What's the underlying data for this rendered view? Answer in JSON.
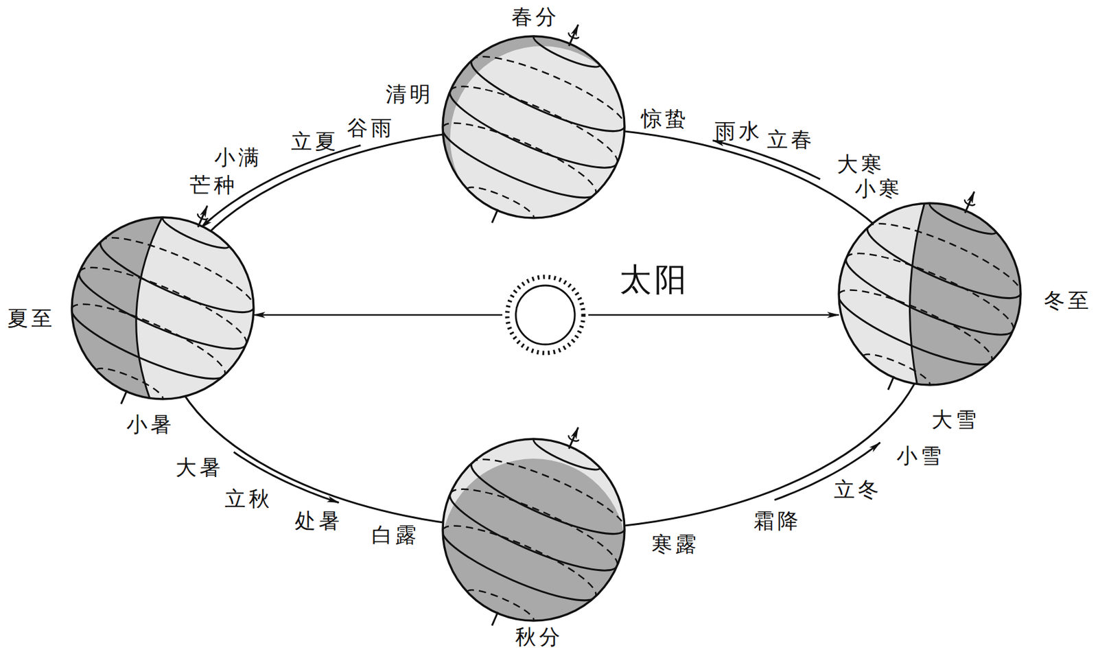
{
  "diagram": {
    "nodes": [
      {
        "text": [
          "春分"
        ]
      },
      {
        "text": [
          "夏至"
        ]
      },
      {
        "text": [
          "太阳"
        ]
      },
      {
        "text": [
          "冬至"
        ]
      },
      {
        "text": [
          "秋分"
        ]
      }
    ],
    "edges": [
      {
        "from": 2,
        "to": 1,
        "arrow": "to"
      },
      {
        "from": 2,
        "to": 3,
        "arrow": "to"
      }
    ],
    "labels": [
      "清明",
      "谷雨",
      "立夏",
      "小满",
      "芒种",
      "小暑",
      "大暑",
      "立秋",
      "处暑",
      "白露",
      "寒露",
      "霜降",
      "立冬",
      "小雪",
      "大雪",
      "小寒",
      "大寒",
      "立春",
      "雨水",
      "惊蛰"
    ]
  }
}
